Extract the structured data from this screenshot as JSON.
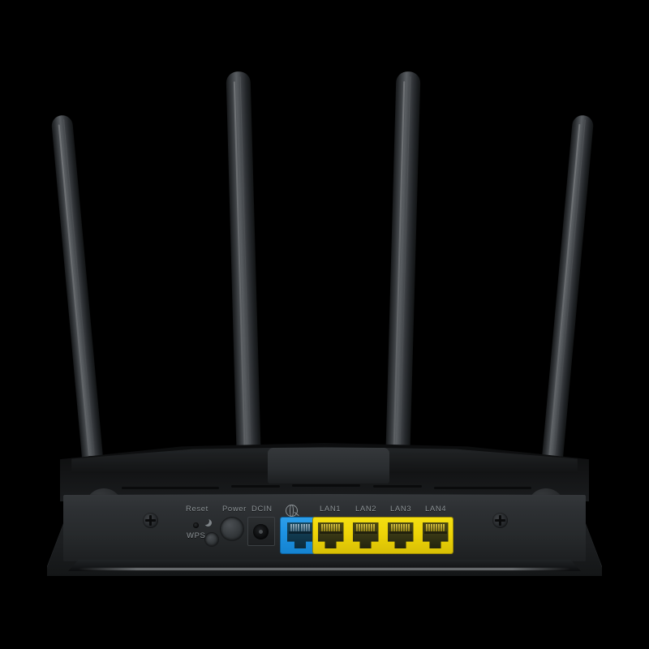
{
  "product": {
    "view": "rear",
    "device_type": "wireless router",
    "body_color": "#24262a",
    "background_color": "#000000"
  },
  "antennas": [
    {
      "id": "antenna-1",
      "position": "outer-left",
      "tilt_deg": -5.2
    },
    {
      "id": "antenna-2",
      "position": "inner-left",
      "tilt_deg": -1.6
    },
    {
      "id": "antenna-3",
      "position": "inner-right",
      "tilt_deg": 1.6
    },
    {
      "id": "antenna-4",
      "position": "outer-right",
      "tilt_deg": 5.2
    }
  ],
  "rear_panel": {
    "labels": {
      "reset": "Reset",
      "wps": "WPS",
      "power": "Power",
      "dcin": "DCIN"
    },
    "controls": [
      {
        "name": "reset-pinhole",
        "label": "Reset",
        "type": "pinhole"
      },
      {
        "name": "wps-button",
        "label": "WPS",
        "type": "round-button"
      },
      {
        "name": "power-button",
        "label": "Power",
        "type": "round-button"
      },
      {
        "name": "dc-in-jack",
        "label": "DCIN",
        "type": "barrel-jack"
      }
    ],
    "wan_port": {
      "name": "wan-port",
      "icon": "globe-icon",
      "color": "#1d93e3",
      "label": ""
    },
    "lan_ports": [
      {
        "name": "lan-port-1",
        "label": "LAN1",
        "color": "#eed407"
      },
      {
        "name": "lan-port-2",
        "label": "LAN2",
        "color": "#eed407"
      },
      {
        "name": "lan-port-3",
        "label": "LAN3",
        "color": "#eed407"
      },
      {
        "name": "lan-port-4",
        "label": "LAN4",
        "color": "#eed407"
      }
    ],
    "screws": [
      {
        "name": "screw-left"
      },
      {
        "name": "screw-right"
      }
    ]
  }
}
